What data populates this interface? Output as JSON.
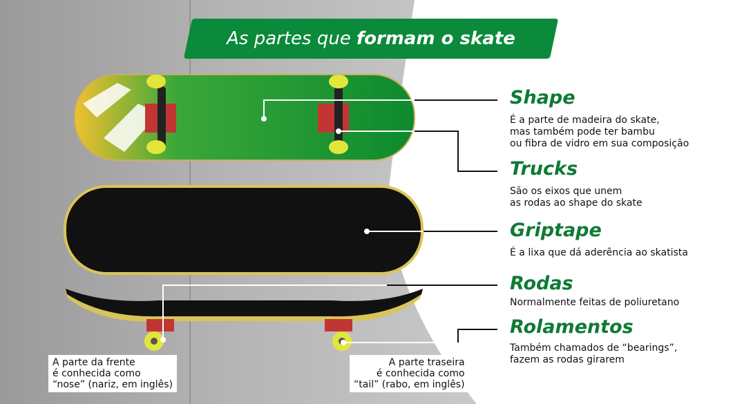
{
  "title": {
    "regular": "As partes que",
    "bold": "formam o skate"
  },
  "parts": [
    {
      "name": "Shape",
      "description": [
        "É a parte de madeira do skate,",
        "mas também pode ter bambu",
        "ou fibra de vidro em sua composição"
      ]
    },
    {
      "name": "Trucks",
      "description": [
        "São os eixos que unem",
        "as rodas ao shape do skate"
      ]
    },
    {
      "name": "Griptape",
      "description": [
        "É a lixa que dá aderência ao skatista"
      ]
    },
    {
      "name": "Rodas",
      "description": [
        "Normalmente feitas de poliuretano"
      ]
    },
    {
      "name": "Rolamentos",
      "description": [
        "Também chamados de “bearings”,",
        "fazem as rodas girarem"
      ]
    }
  ],
  "notes": {
    "nose": [
      "A parte da frente",
      "é conhecida como",
      "“nose” (nariz, em inglês)"
    ],
    "tail": [
      "A parte traseira",
      "é conhecida como",
      "“tail” (rabo, em inglês)"
    ]
  },
  "colors": {
    "brand_green": "#0a8a3a",
    "heading_green": "#0f7a35",
    "wheel_yellow": "#e3e63a"
  }
}
